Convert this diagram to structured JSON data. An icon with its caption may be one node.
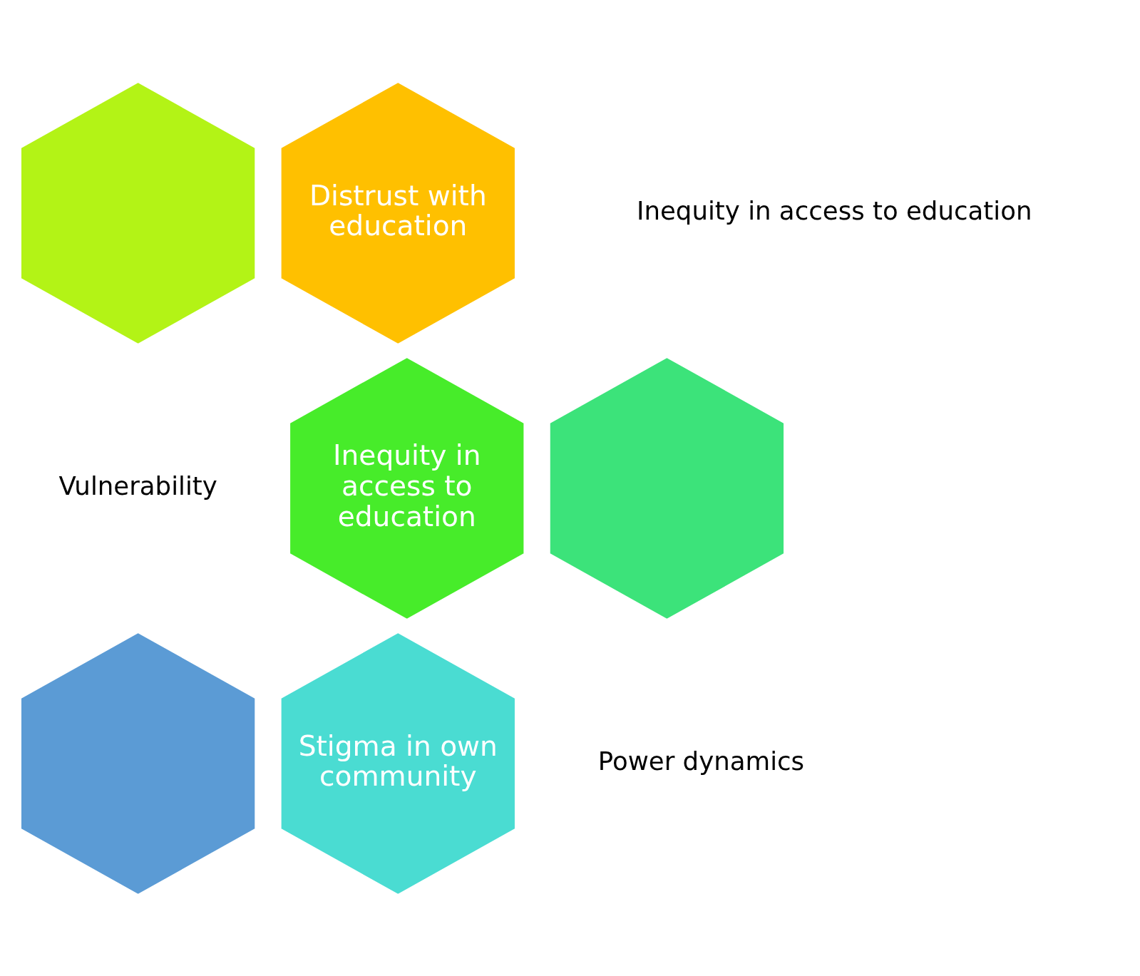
{
  "diagram": {
    "nodes": [
      {
        "text": [],
        "shape": "hexagon"
      },
      {
        "text": [
          "Distrust with education"
        ]
      },
      {
        "text": [
          "Inequity in access to education"
        ]
      },
      {
        "text": [],
        "shape": "hexagon"
      },
      {
        "text": [],
        "shape": "hexagon"
      },
      {
        "text": [
          "Stigma in own community"
        ]
      }
    ],
    "edges": [],
    "labels": [
      "Inequity in access to education",
      "Vulnerability",
      "Power dynamics"
    ]
  }
}
